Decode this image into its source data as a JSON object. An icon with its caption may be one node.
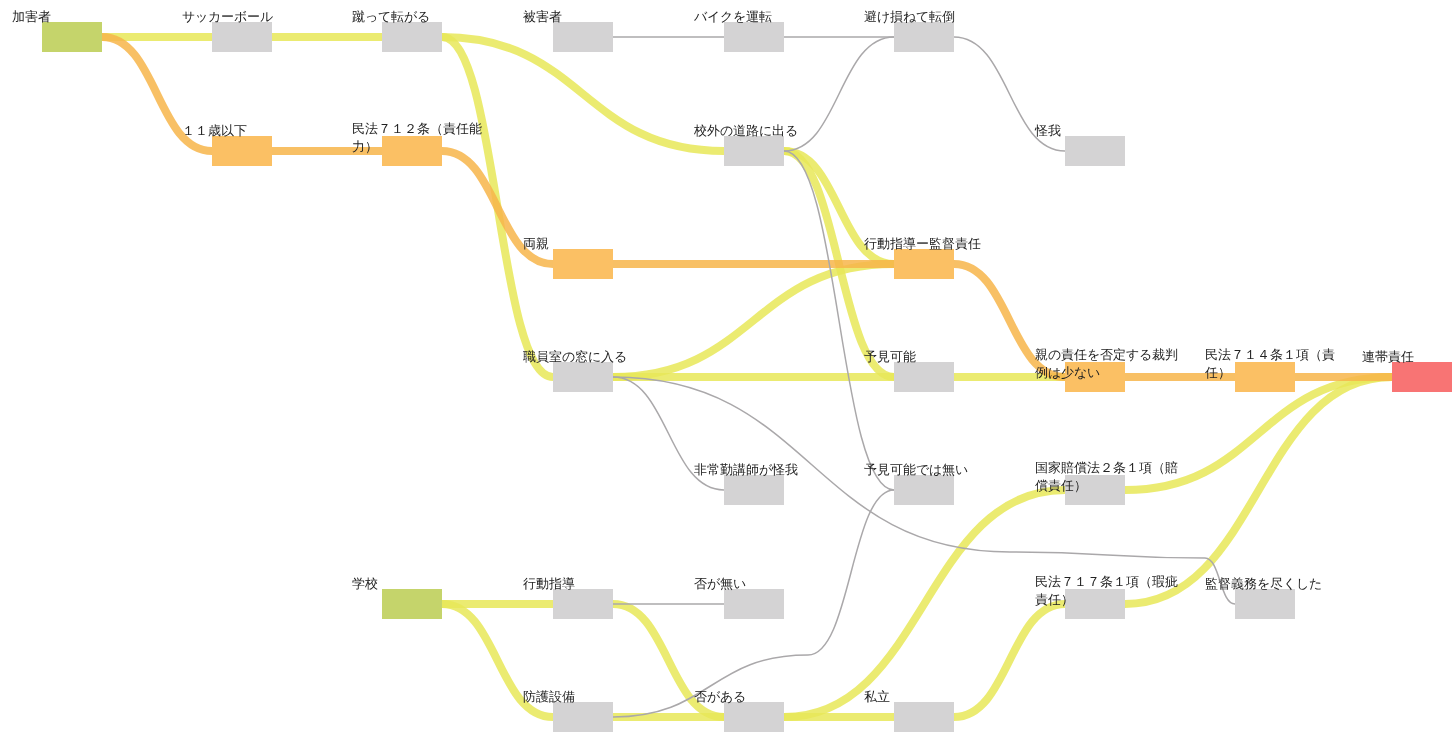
{
  "diagram": {
    "nodes": [
      {
        "text": [
          "加害者"
        ]
      },
      {
        "text": [
          "サッカーボール"
        ]
      },
      {
        "text": [
          "蹴って転がる"
        ]
      },
      {
        "text": [
          "被害者"
        ]
      },
      {
        "text": [
          "バイクを運転"
        ]
      },
      {
        "text": [
          "避け損ねて転倒"
        ]
      },
      {
        "text": [
          "１１歳以下"
        ]
      },
      {
        "text": [
          "民法７１２条（責任能力）"
        ]
      },
      {
        "text": [
          "校外の道路に出る"
        ]
      },
      {
        "text": [
          "怪我"
        ]
      },
      {
        "text": [
          "両親"
        ]
      },
      {
        "text": [
          "行動指導ー監督責任"
        ]
      },
      {
        "text": [
          "職員室の窓に入る"
        ]
      },
      {
        "text": [
          "予見可能"
        ]
      },
      {
        "text": [
          "親の責任を否定する裁判例は少ない"
        ]
      },
      {
        "text": [
          "民法７１４条１項（責任）"
        ]
      },
      {
        "text": [
          "連帯責任"
        ]
      },
      {
        "text": [
          "非常勤講師が怪我"
        ]
      },
      {
        "text": [
          "予見可能では無い"
        ]
      },
      {
        "text": [
          "国家賠償法２条１項（賠償責任）"
        ]
      },
      {
        "text": [
          "学校"
        ]
      },
      {
        "text": [
          "行動指導"
        ]
      },
      {
        "text": [
          "否が無い"
        ]
      },
      {
        "text": [
          "民法７１７条１項（瑕疵責任）"
        ]
      },
      {
        "text": [
          "監督義務を尽くした"
        ]
      },
      {
        "text": [
          "防護設備"
        ]
      },
      {
        "text": [
          "否がある"
        ]
      },
      {
        "text": [
          "私立"
        ]
      }
    ],
    "edges": [
      {
        "from": 0,
        "to": 1,
        "arrow": "none"
      },
      {
        "from": 1,
        "to": 2,
        "arrow": "none"
      },
      {
        "from": 2,
        "to": 8,
        "arrow": "none"
      },
      {
        "from": 2,
        "to": 12,
        "arrow": "none"
      },
      {
        "from": 8,
        "to": 11,
        "arrow": "none"
      },
      {
        "from": 8,
        "to": 13,
        "arrow": "none"
      },
      {
        "from": 12,
        "to": 11,
        "arrow": "none"
      },
      {
        "from": 12,
        "to": 13,
        "arrow": "none"
      },
      {
        "from": 13,
        "to": 14,
        "arrow": "none"
      },
      {
        "from": 19,
        "to": 16,
        "arrow": "none"
      },
      {
        "from": 23,
        "to": 16,
        "arrow": "none"
      },
      {
        "from": 26,
        "to": 19,
        "arrow": "none"
      },
      {
        "from": 27,
        "to": 23,
        "arrow": "none"
      },
      {
        "from": 20,
        "to": 21,
        "arrow": "none"
      },
      {
        "from": 20,
        "to": 25,
        "arrow": "none"
      },
      {
        "from": 21,
        "to": 26,
        "arrow": "none"
      },
      {
        "from": 25,
        "to": 26,
        "arrow": "none"
      },
      {
        "from": 26,
        "to": 27,
        "arrow": "none"
      },
      {
        "from": 0,
        "to": 6,
        "arrow": "none",
        "color": "#f7b54a"
      },
      {
        "from": 6,
        "to": 7,
        "arrow": "none",
        "color": "#f7b54a"
      },
      {
        "from": 7,
        "to": 10,
        "arrow": "none",
        "color": "#f7b54a"
      },
      {
        "from": 10,
        "to": 11,
        "arrow": "none",
        "color": "#f7b54a"
      },
      {
        "from": 11,
        "to": 14,
        "arrow": "none",
        "color": "#f7b54a"
      },
      {
        "from": 14,
        "to": 15,
        "arrow": "none",
        "color": "#f7b54a"
      },
      {
        "from": 15,
        "to": 16,
        "arrow": "none",
        "color": "#f7b54a"
      },
      {
        "from": 3,
        "to": 4,
        "arrow": "none",
        "color": "#aaa8aa"
      },
      {
        "from": 4,
        "to": 5,
        "arrow": "none",
        "color": "#aaa8aa"
      },
      {
        "from": 8,
        "to": 5,
        "arrow": "none",
        "color": "#aaa8aa"
      },
      {
        "from": 5,
        "to": 9,
        "arrow": "none",
        "color": "#aaa8aa"
      },
      {
        "from": 8,
        "to": 18,
        "arrow": "none",
        "color": "#aaa8aa"
      },
      {
        "from": 12,
        "to": 17,
        "arrow": "none",
        "color": "#aaa8aa"
      },
      {
        "from": 12,
        "to": 24,
        "arrow": "none",
        "color": "#aaa8aa"
      },
      {
        "from": 21,
        "to": 22,
        "arrow": "none",
        "color": "#aaa8aa"
      },
      {
        "from": 25,
        "to": 18,
        "arrow": "none",
        "color": "#aaa8aa"
      }
    ]
  }
}
